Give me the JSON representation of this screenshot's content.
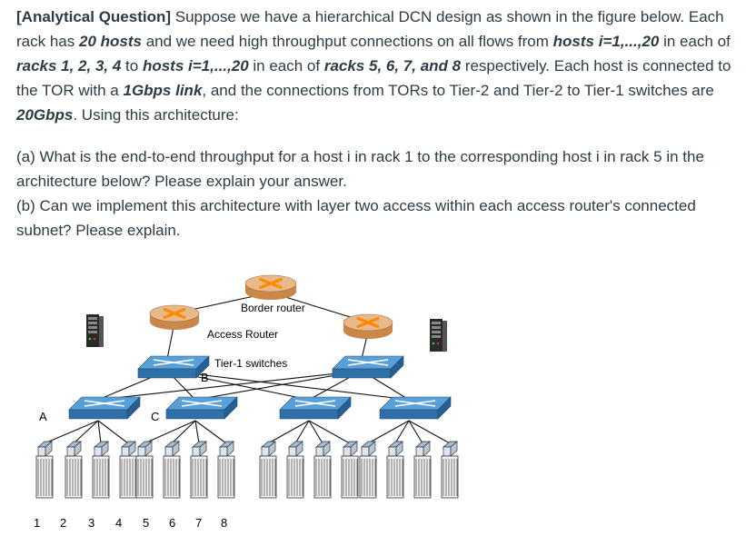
{
  "question": {
    "p1": {
      "lead": "[Analytical Question]",
      "t1": " Suppose we have a hierarchical DCN design as shown in the figure  below. Each rack has ",
      "b1": "20 hosts",
      "t2": " and we need high throughput connections on all flows from ",
      "b2": "hosts i=1,...,20",
      "t3": " in each of ",
      "b3": "racks 1, 2, 3, 4",
      "t4": " to ",
      "b4": "hosts i=1,...,20",
      "t5": " in each of ",
      "b5": "racks 5, 6, 7, and 8",
      "t6": " respectively. Each host is connected to the TOR with a ",
      "b6": "1Gbps link",
      "t7": ", and the connections from TORs to Tier-2 and Tier-2 to Tier-1 switches are ",
      "b7": "20Gbps",
      "t8": ". Using this architecture:"
    },
    "p2": "(a) What is the end-to-end throughput for a host i in rack 1 to the corresponding host i in rack 5 in the architecture below? Please explain your answer.",
    "p3": "(b) Can we implement this architecture with layer two access within each access router's connected subnet? Please explain."
  },
  "figure": {
    "border_router_label": "Border router",
    "access_router_label": "Access Router",
    "tier1_label": "Tier-1 switches",
    "label_a": "A",
    "label_b": "B",
    "label_c": "C",
    "rack_numbers": [
      "1",
      "2",
      "3",
      "4",
      "5",
      "6",
      "7",
      "8"
    ],
    "colors": {
      "switch_top": "#5aa0d8",
      "switch_side": "#2f6fa8",
      "router_top": "#e8b98a",
      "router_side": "#c9874a",
      "router_arrows": "#ff8a00",
      "link": "#111111"
    }
  }
}
